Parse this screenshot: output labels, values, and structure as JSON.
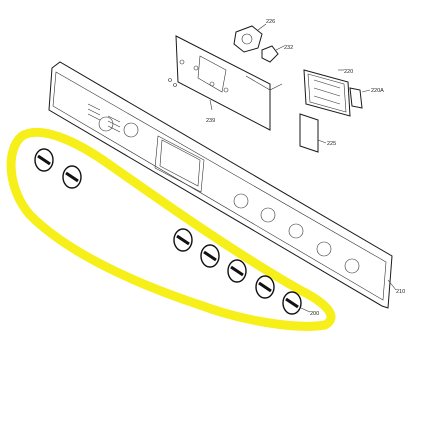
{
  "diagram": {
    "callouts": {
      "bracket_top": "226",
      "switch": "232",
      "module": "220",
      "module_connector": "220A",
      "harness_cover": "239",
      "shield": "225",
      "panel": "210",
      "knob": "200"
    },
    "highlight_color": "#f6ef1a",
    "line_color": "#1a1a1a",
    "knob_count": 7
  }
}
